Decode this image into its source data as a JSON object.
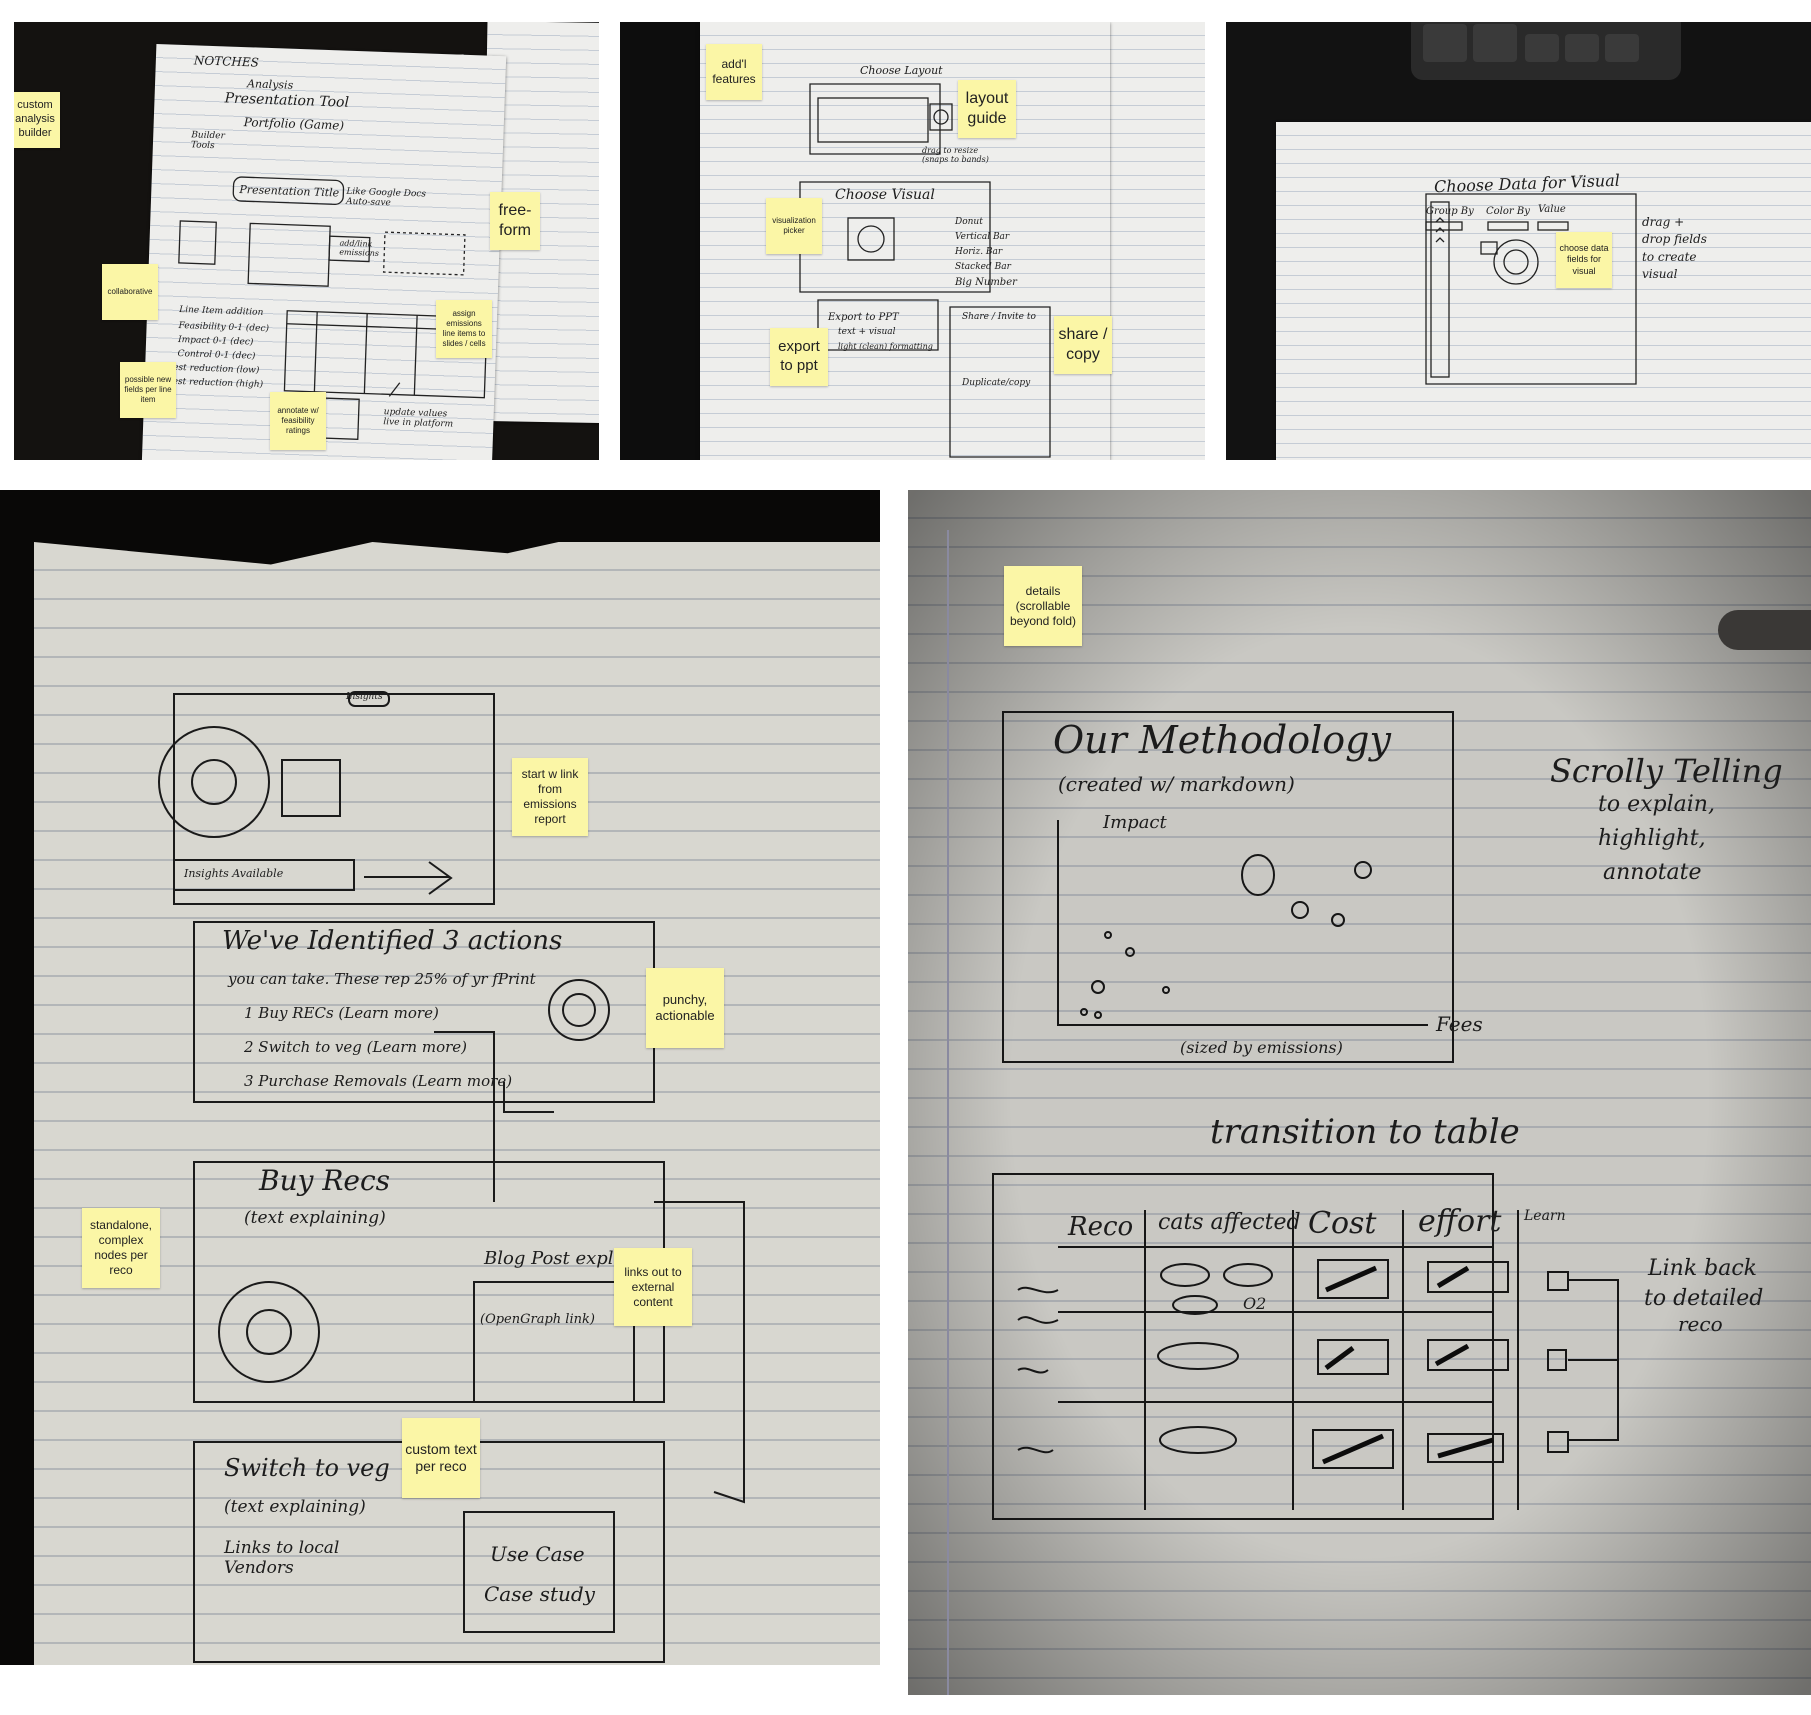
{
  "panels": {
    "p1": {
      "sketch": {
        "header": "NOTCHES",
        "title1": "Analysis",
        "title2": "Presentation Tool",
        "portfolio": "Portfolio (Game)",
        "builder": "Builder Tools",
        "pres_title": "Presentation Title",
        "google_docs": "Like Google Docs Auto-save",
        "add_link": "add/link emissions",
        "line_items": "Line Item addition",
        "feasibility": "Feasibility 0-1 (dec)",
        "impact": "Impact 0-1 (dec)",
        "control": "Control 0-1 (dec)",
        "reduction_low": "est reduction (low)",
        "reduction_high": "est reduction (high)",
        "update_values": "update values live in platform"
      },
      "notes": {
        "custom_builder": "custom analysis builder",
        "free_form": "free-form",
        "collaborative": "collaborative",
        "assign_emissions": "assign emissions line items to slides / cells",
        "possible_fields": "possible new fields per line item",
        "annotate": "annotate w/ feasibility ratings"
      }
    },
    "p2": {
      "sketch": {
        "choose_layout": "Choose Layout",
        "drag_resize": "drag to resize (snaps to bands)",
        "choose_visual": "Choose Visual",
        "donut": "Donut",
        "vertical_bar": "Vertical Bar",
        "horiz_bar": "Horiz. Bar",
        "stacked_bar": "Stacked Bar",
        "big_number": "Big Number",
        "export": "Export to PPT",
        "text_visual": "text + visual",
        "light_formatting": "light (clean) formatting",
        "share": "Share / Invite to",
        "duplicate": "Duplicate/copy"
      },
      "notes": {
        "addl_features": "add'l features",
        "layout_guide": "layout guide",
        "viz_picker": "visualization picker",
        "export_ppt": "export to ppt",
        "share_copy": "share / copy"
      }
    },
    "p3": {
      "sketch": {
        "title": "Choose Data for Visual",
        "group_by": "Group By",
        "color_by": "Color By",
        "value": "Value",
        "drag_drop": "drag + drop fields to create visual"
      },
      "notes": {
        "choose_fields": "choose data fields for visual"
      }
    },
    "p4": {
      "sketch": {
        "insight_badge": "Insights",
        "insights_available": "Insights Available",
        "identified_heading": "We've Identified 3 actions",
        "subline": "you can take. These rep 25% of yr fPrint",
        "action1": "1 Buy RECs (Learn more)",
        "action2": "2 Switch to veg (Learn more)",
        "action3": "3 Purchase Removals (Learn more)",
        "buy_recs": "Buy Recs",
        "text_explaining": "(text explaining)",
        "blog_post": "Blog Post explaining",
        "og_link": "(OpenGraph link)",
        "switch_veg": "Switch to veg",
        "text_explaining2": "(text explaining)",
        "links_vendors": "Links to local Vendors",
        "use_case": "Use Case",
        "case_study": "Case study"
      },
      "notes": {
        "start_link": "start w link from emissions report",
        "punchy": "punchy, actionable",
        "standalone": "standalone, complex nodes per reco",
        "links_out": "links out to external content",
        "custom_text": "custom text per reco"
      }
    },
    "p5": {
      "sketch": {
        "methodology": "Our Methodology",
        "markdown": "(created w/ markdown)",
        "impact_axis": "Impact",
        "fees_axis": "Fees",
        "sized": "(sized by emissions)",
        "scrolly": "Scrolly Telling",
        "scrolly2": "to explain,",
        "scrolly3": "highlight,",
        "scrolly4": "annotate",
        "transition": "transition to table",
        "col_reco": "Reco",
        "col_cats": "cats affected",
        "col_cost": "Cost",
        "col_effort": "effort",
        "col_learn": "Learn",
        "o2": "O2",
        "link_back1": "Link back",
        "link_back2": "to detailed",
        "link_back3": "reco"
      },
      "notes": {
        "details": "details (scrollable beyond fold)"
      }
    }
  }
}
